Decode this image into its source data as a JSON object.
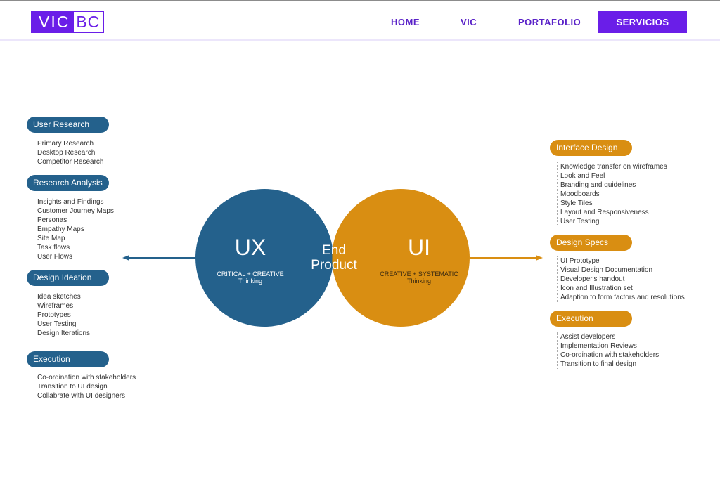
{
  "header": {
    "logo_left": "VIC",
    "logo_right": "BC",
    "nav": [
      "HOME",
      "VIC",
      "PORTAFOLIO"
    ],
    "cta": "SERVICIOS"
  },
  "ux_side": {
    "sections": [
      {
        "title": "User Research",
        "items": [
          "Primary Research",
          "Desktop Research",
          "Competitor Research"
        ]
      },
      {
        "title": "Research Analysis",
        "items": [
          "Insights and Findings",
          "Customer Journey Maps",
          "Personas",
          "Empathy Maps",
          "Site Map",
          "Task flows",
          "User Flows"
        ]
      },
      {
        "title": "Design Ideation",
        "items": [
          "Idea sketches",
          "Wireframes",
          "Prototypes",
          "User Testing",
          "Design Iterations"
        ]
      },
      {
        "title": "Execution",
        "items": [
          "Co-ordination with stakeholders",
          "Transition to UI design",
          "Collabrate with UI designers"
        ]
      }
    ]
  },
  "ui_side": {
    "sections": [
      {
        "title": "Interface Design",
        "items": [
          "Knowledge transfer on wireframes",
          "Look and Feel",
          "Branding and guidelines",
          "Moodboards",
          "Style Tiles",
          "Layout and Responsiveness",
          "User Testing"
        ]
      },
      {
        "title": "Design Specs",
        "items": [
          "UI Prototype",
          "Visual Design Documentation",
          "Developer's handout",
          "Icon and Illustration set",
          "Adaption to form factors and resolutions"
        ]
      },
      {
        "title": "Execution",
        "items": [
          "Assist developers",
          "Implementation Reviews",
          "Co-ordination with stakeholders",
          "Transition to final design"
        ]
      }
    ]
  },
  "venn": {
    "ux_label": "UX",
    "ux_sub1": "CRITICAL + CREATIVE",
    "ux_sub2": "Thinking",
    "ui_label": "UI",
    "ui_sub1": "CREATIVE + SYSTEMATIC",
    "ui_sub2": "Thinking",
    "center_line1": "End",
    "center_line2": "Product"
  },
  "colors": {
    "brand": "#6a1ee8",
    "ux_blue": "#24618c",
    "ui_orange": "#d98e12",
    "overlap": "#7e7442"
  }
}
